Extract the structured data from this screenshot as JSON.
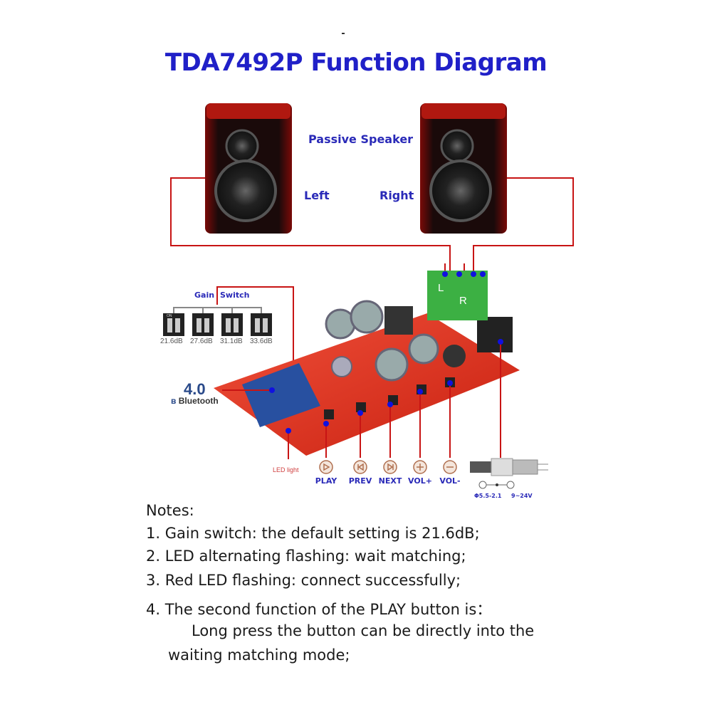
{
  "title": "TDA7492P Function Diagram",
  "speakers": {
    "heading": "Passive Speaker",
    "left": "Left",
    "right": "Right"
  },
  "terminals": {
    "left": "L",
    "right": "R",
    "plus": "+",
    "minus": "-"
  },
  "gain_switch": {
    "label_a": "Gain",
    "label_b": "Switch",
    "settings": [
      "21.6dB",
      "27.6dB",
      "31.1dB",
      "33.6dB"
    ],
    "switch_on": "ON"
  },
  "bluetooth": {
    "version": "4.0",
    "label": "Bluetooth"
  },
  "led_label": "LED light",
  "buttons": [
    {
      "label": "PLAY",
      "icon": "play-icon"
    },
    {
      "label": "PREV",
      "icon": "prev-icon"
    },
    {
      "label": "NEXT",
      "icon": "next-icon"
    },
    {
      "label": "VOL+",
      "icon": "plus-icon"
    },
    {
      "label": "VOL-",
      "icon": "minus-icon"
    }
  ],
  "power": {
    "spec": "Φ5.5-2.1",
    "voltage": "9~24V"
  },
  "notes": {
    "heading": "Notes:",
    "items": [
      "1. Gain switch: the default setting is 21.6dB;",
      "2. LED alternating flashing: wait matching;",
      "3. Red LED flashing: connect successfully;",
      "4. The second function of the PLAY button is："
    ],
    "continuation_1": "Long press the button can be directly into the",
    "continuation_2": "waiting matching mode;"
  },
  "colors": {
    "title": "#2020c8",
    "wire": "#c81414",
    "board": "#e0301e",
    "terminal": "#3cb043"
  }
}
